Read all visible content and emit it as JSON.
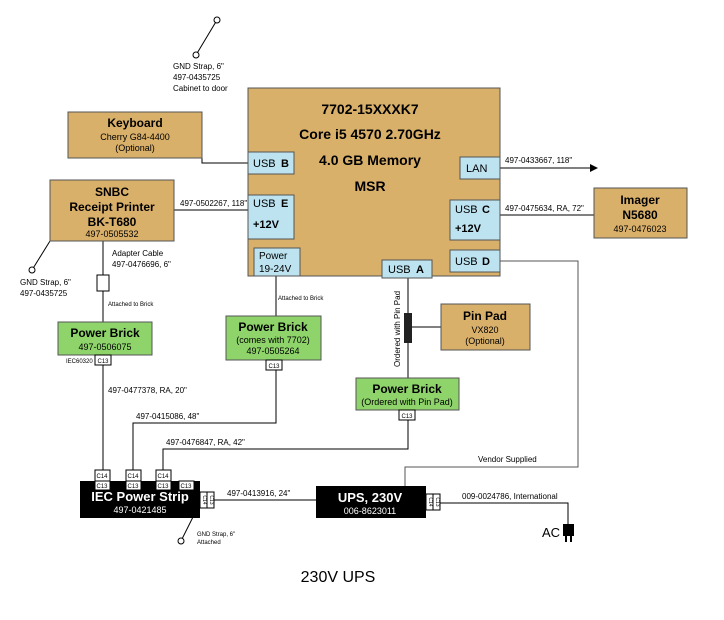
{
  "computer": {
    "model": "7702-15XXXK7",
    "cpu": "Core i5 4570 2.70GHz",
    "memory": "4.0 GB Memory",
    "msr": "MSR",
    "ports": {
      "usb_b": [
        "USB",
        "B"
      ],
      "usb_e": [
        "USB",
        "E"
      ],
      "usb_e_volt": "+12V",
      "power": [
        "Power",
        "19-24V"
      ],
      "usb_a": [
        "USB",
        "A"
      ],
      "lan": "LAN",
      "usb_c": [
        "USB",
        "C"
      ],
      "usb_c_volt": "+12V",
      "usb_d": [
        "USB",
        "D"
      ]
    }
  },
  "keyboard": {
    "title": "Keyboard",
    "line1": "Cherry G84-4400",
    "line2": "(Optional)"
  },
  "printer": {
    "title1": "SNBC",
    "title2": "Receipt Printer",
    "title3": "BK-T680",
    "part": "497-0505532"
  },
  "imager": {
    "title": "Imager",
    "model": "N5680",
    "part": "497-0476023"
  },
  "pinpad": {
    "title": "Pin Pad",
    "model": "VX820",
    "note": "(Optional)"
  },
  "brick_printer": {
    "title": "Power Brick",
    "part": "497-0506075"
  },
  "brick_7702": {
    "title": "Power Brick",
    "line1": "(comes with 7702)",
    "part": "497-0505264"
  },
  "brick_pinpad": {
    "title": "Power Brick",
    "line1": "(Ordered with Pin Pad)"
  },
  "strip": {
    "title": "IEC Power Strip",
    "part": "497-0421485"
  },
  "ups": {
    "title": "UPS, 230V",
    "part": "006-8623011"
  },
  "ac": "AC",
  "connectors": {
    "c13": "C13",
    "c14": "C14",
    "iec60320": "IEC60320"
  },
  "labels": {
    "gnd_door": [
      "GND  Strap, 6\"",
      "497-0435725",
      "Cabinet to door"
    ],
    "gnd_printer": [
      "GND  Strap, 6\"",
      "497-0435725"
    ],
    "gnd_strip": [
      "GND Strap, 6\"",
      "Attached"
    ],
    "adapter": [
      "Adapter Cable",
      "497-0476696, 6\""
    ],
    "attached_brick_1": "Attached  to Brick",
    "attached_brick_2": "Attached  to Brick",
    "cable_printer": "497-0502267, 118\"",
    "cable_lan": "497-0433667, 118\"",
    "cable_imager": "497-0475634, RA, 72\"",
    "ordered_pinpad": "Ordered with Pin Pad",
    "cable_brick_printer": "497-0477378, RA, 20\"",
    "cable_7702": "497-0415086, 48\"",
    "cable_pinpad": "497-0476847, RA, 42\"",
    "vendor": "Vendor Supplied",
    "cable_strip_ups": "497-0413916, 24\"",
    "cable_ac": "009-0024786, International"
  },
  "caption": "230V UPS",
  "colors": {
    "computer": "#d9b06a",
    "device": "#d9b06a",
    "port": "#bde3f0",
    "brick": "#8ed46a",
    "strip": "#000000"
  }
}
